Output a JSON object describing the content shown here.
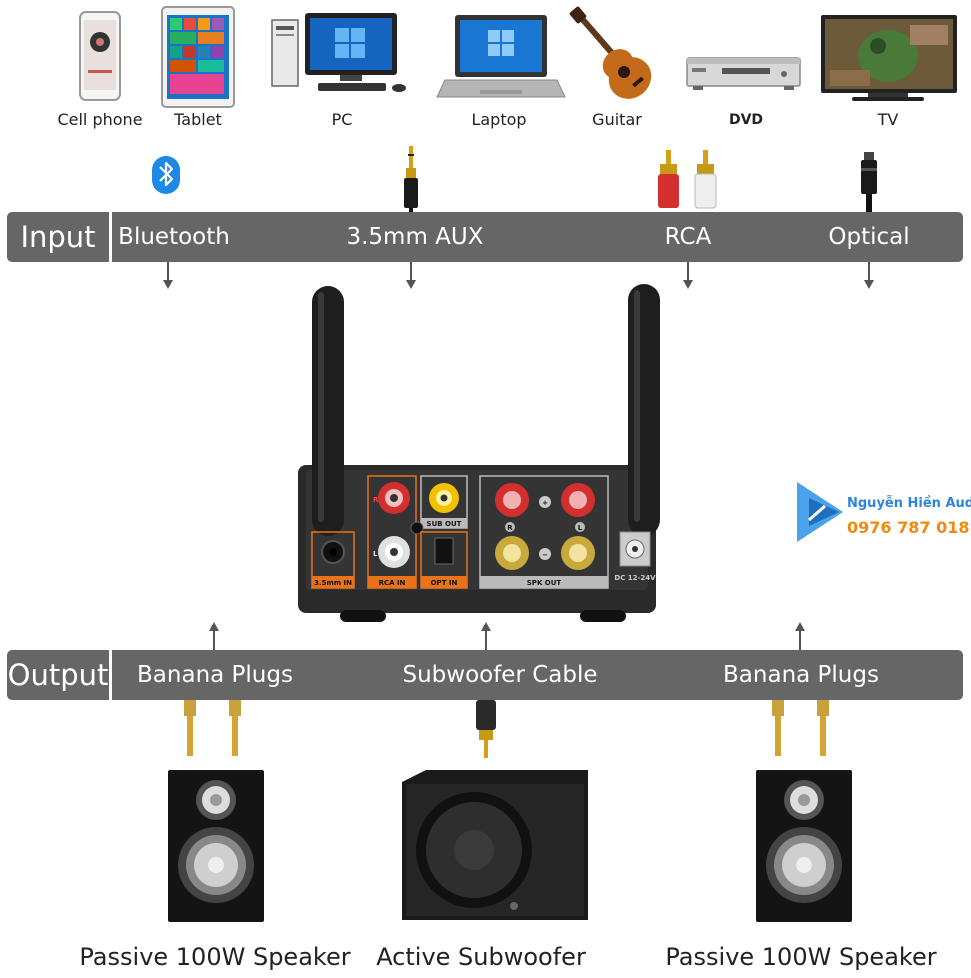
{
  "devices": [
    {
      "name": "cell-phone",
      "label": "Cell phone",
      "icon": "cell-phone-icon"
    },
    {
      "name": "tablet",
      "label": "Tablet",
      "icon": "tablet-icon"
    },
    {
      "name": "pc",
      "label": "PC",
      "icon": "pc-icon"
    },
    {
      "name": "laptop",
      "label": "Laptop",
      "icon": "laptop-icon"
    },
    {
      "name": "guitar",
      "label": "Guitar",
      "icon": "guitar-icon"
    },
    {
      "name": "dvd",
      "label": "DVD",
      "icon": "dvd-player-icon"
    },
    {
      "name": "tv",
      "label": "TV",
      "icon": "tv-icon"
    }
  ],
  "input_bar": {
    "title": "Input",
    "items": [
      "Bluetooth",
      "3.5mm AUX",
      "RCA",
      "Optical"
    ]
  },
  "output_bar": {
    "title": "Output",
    "items": [
      "Banana Plugs",
      "Subwoofer Cable",
      "Banana Plugs"
    ]
  },
  "amp_ports": {
    "aux": "3.5mm IN",
    "rca_in": "RCA IN",
    "sub_out": "SUB OUT",
    "opt_in": "OPT IN",
    "spk_out": "SPK OUT",
    "dc": "DC 12-24V",
    "r": "R",
    "l": "L",
    "plus": "+",
    "minus": "−"
  },
  "brand": {
    "name": "Nguyễn Hiền Audio",
    "phone": "0976 787 018"
  },
  "bottom_labels": [
    "Passive 100W Speaker",
    "Active Subwoofer",
    "Passive 100W Speaker"
  ],
  "colors": {
    "bar": "#666666",
    "rca_red": "#d32f2f",
    "sub_yellow": "#f2c200",
    "port_orange": "#e8731a",
    "bluetooth": "#1e88e5",
    "brand_blue": "#2e86d9",
    "brand_orange": "#f08a12"
  }
}
